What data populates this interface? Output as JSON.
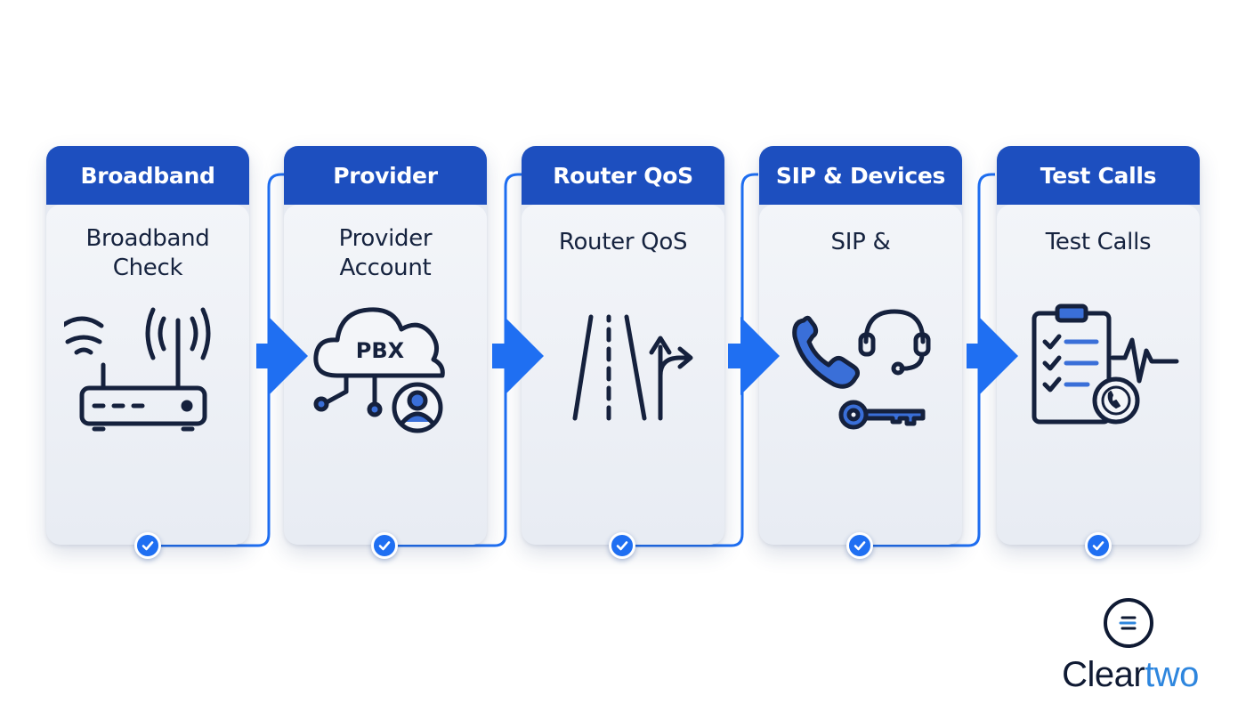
{
  "colors": {
    "header": "#1d4fbf",
    "accent": "#1f6ff2",
    "icon_stroke": "#15213d",
    "icon_fill": "#3a6fd8",
    "brand_dark": "#0f1a33",
    "brand_light": "#2e86de"
  },
  "steps": [
    {
      "title": "Broadband",
      "subtitle": [
        "Broadband",
        "Check"
      ],
      "icon": "router-wifi-icon",
      "status": "check-icon"
    },
    {
      "title": "Provider",
      "subtitle": [
        "Provider",
        "Account"
      ],
      "icon": "cloud-pbx-user-icon",
      "status": "check-icon",
      "icon_text": "PBX"
    },
    {
      "title": "Router QoS",
      "subtitle": [
        "Router QoS"
      ],
      "icon": "traffic-lanes-icon",
      "status": "check-icon"
    },
    {
      "title": "SIP & Devices",
      "subtitle": [
        "SIP &"
      ],
      "icon": "phone-headset-key-icon",
      "status": "check-icon"
    },
    {
      "title": "Test Calls",
      "subtitle": [
        "Test Calls"
      ],
      "icon": "checklist-phone-icon",
      "status": "check-icon"
    }
  ],
  "brand": {
    "name_part1": "Clear",
    "name_part2": "two",
    "logo_icon": "equals-lines-icon"
  }
}
